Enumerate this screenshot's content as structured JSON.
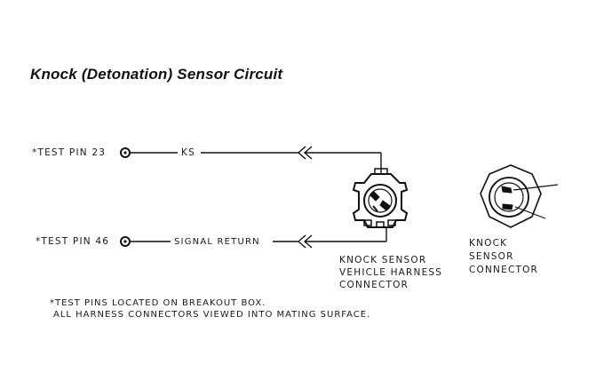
{
  "title": "Knock (Detonation) Sensor Circuit",
  "pins": {
    "pin23": "*TEST PIN 23",
    "pin46": "*TEST PIN 46"
  },
  "wires": {
    "ks": "KS",
    "signal_return": "SIGNAL RETURN"
  },
  "harness_connector": {
    "line1": "KNOCK SENSOR",
    "line2": "VEHICLE HARNESS",
    "line3": "CONNECTOR"
  },
  "sensor_connector": {
    "line1": "KNOCK",
    "line2": "SENSOR",
    "line3": "CONNECTOR"
  },
  "notes": {
    "line1": "*TEST PINS LOCATED ON BREAKOUT BOX.",
    "line2": "ALL HARNESS CONNECTORS VIEWED INTO MATING SURFACE."
  }
}
